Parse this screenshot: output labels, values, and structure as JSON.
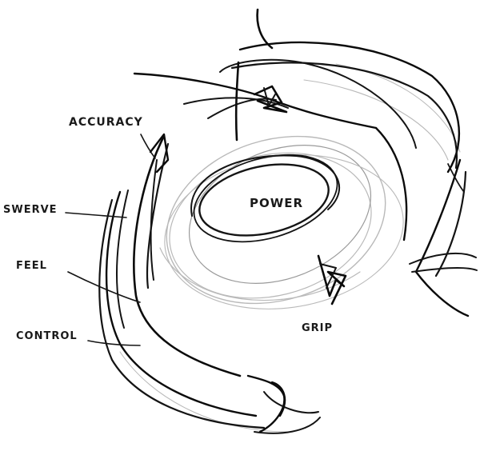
{
  "labels": {
    "power": "POWER",
    "accuracy": "ACCURACY",
    "swerve": "SWERVE",
    "feel": "FEEL",
    "control": "CONTROL",
    "grip": "GRIP"
  },
  "colors": {
    "ink": "#141414",
    "pencil": "#b9b9b9",
    "background": "#ffffff"
  }
}
